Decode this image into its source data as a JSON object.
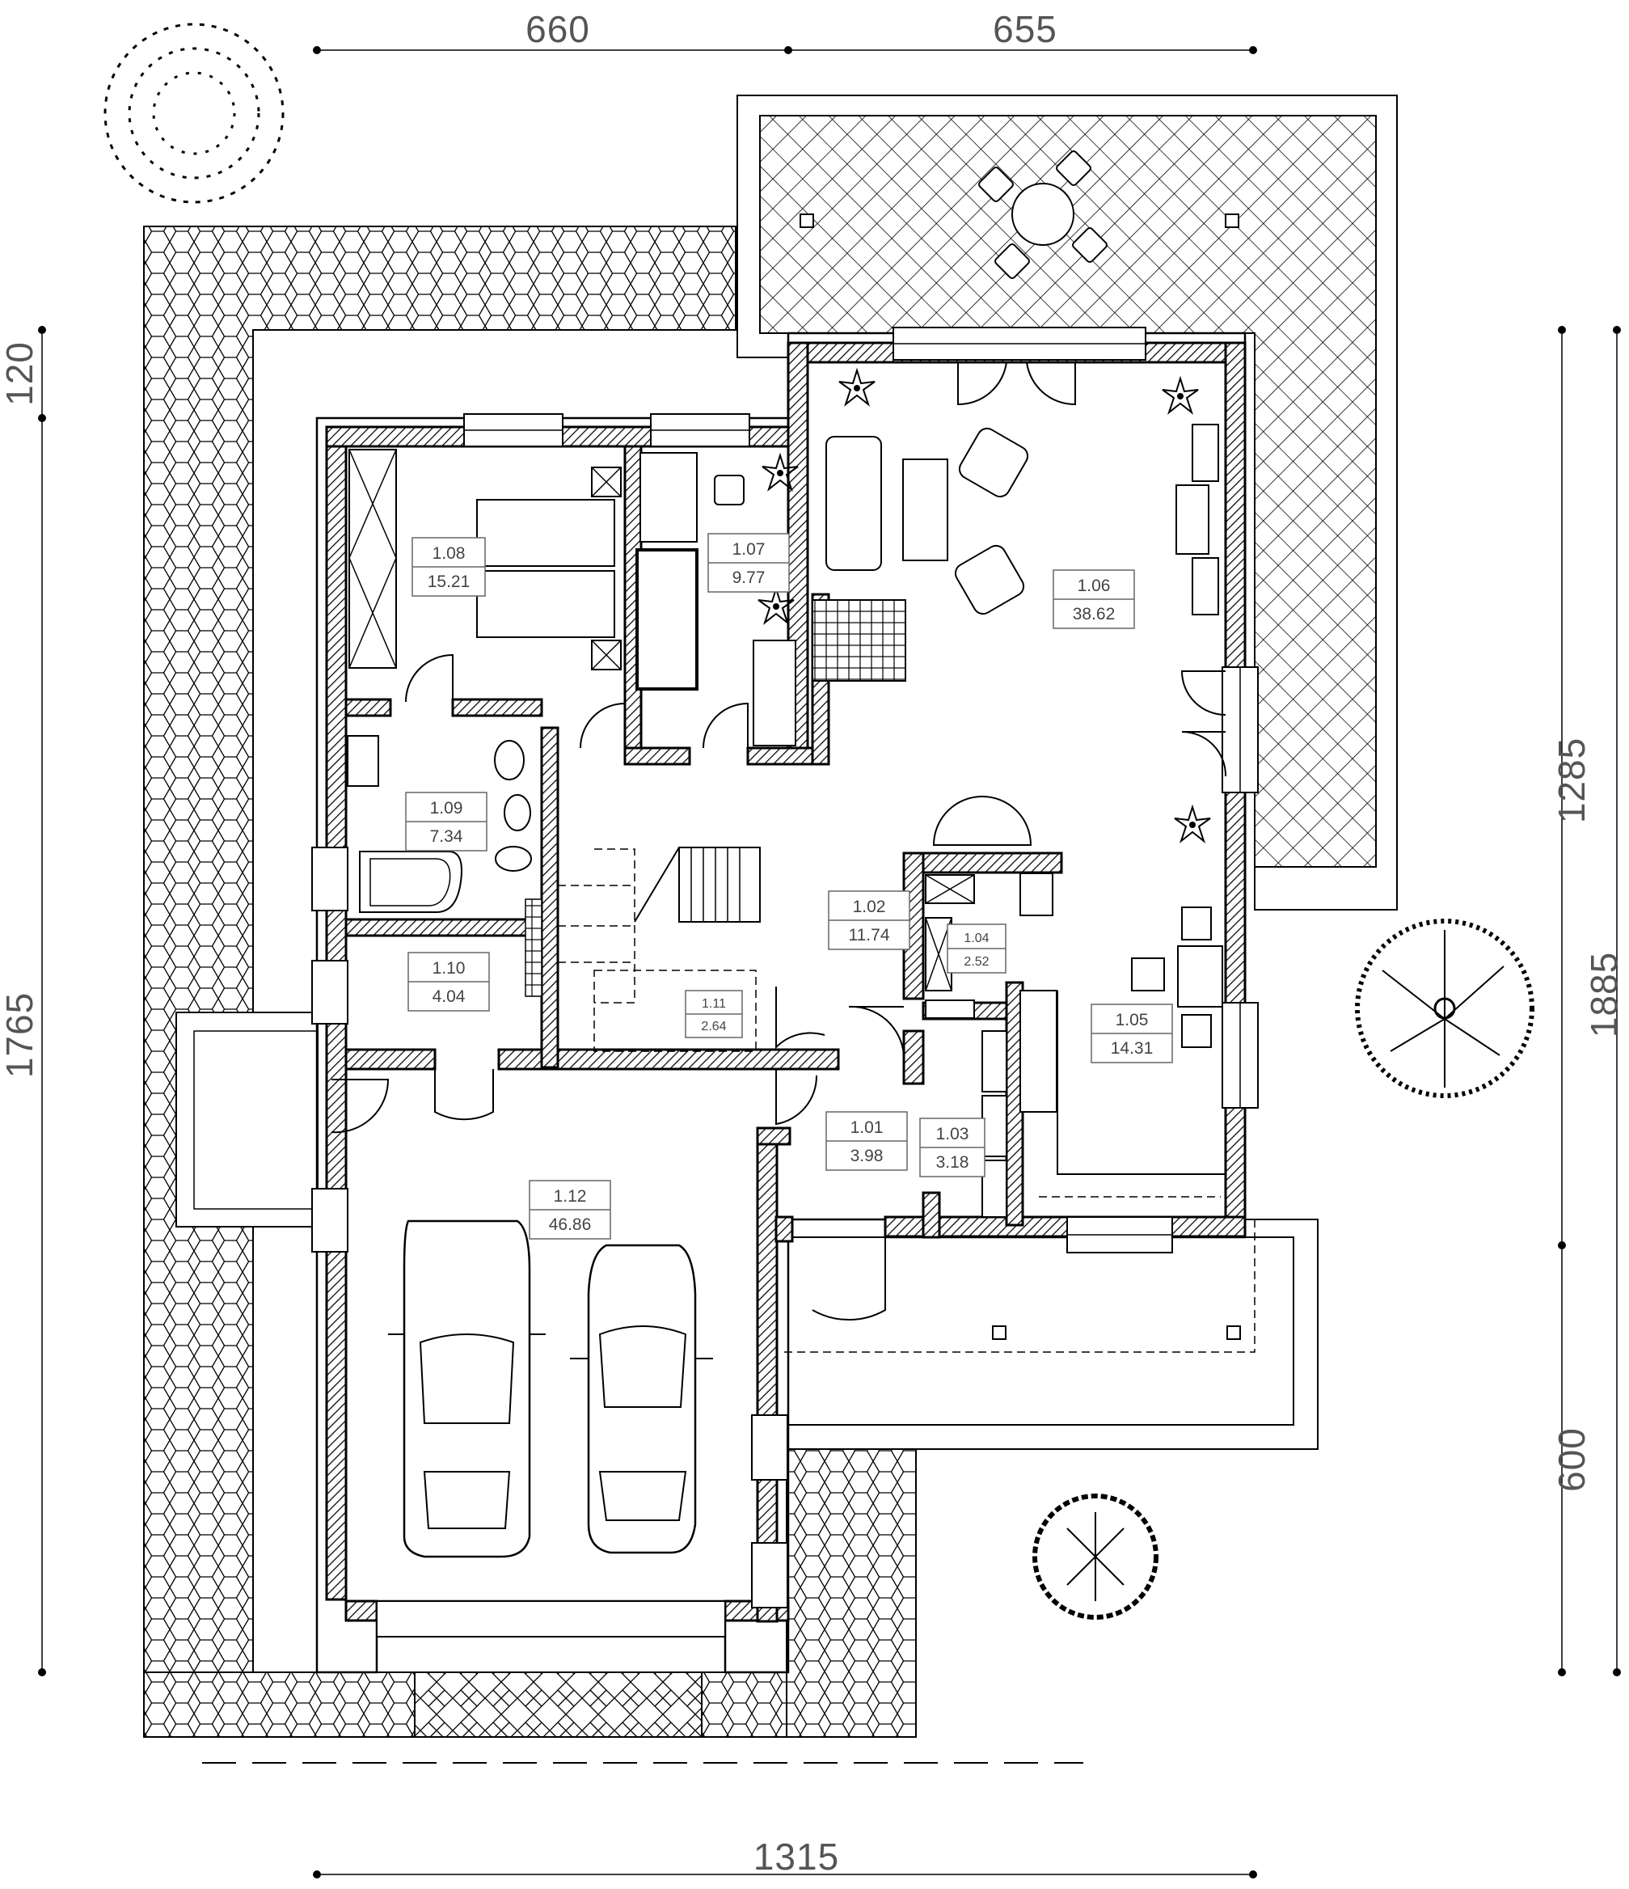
{
  "dimensions": {
    "top_left": "660",
    "top_right": "655",
    "bottom": "1315",
    "left_small": "120",
    "left_big": "1765",
    "right_upper": "1285",
    "right_full": "1885",
    "right_lower": "600"
  },
  "rooms": [
    {
      "id": "r108",
      "number": "1.08",
      "area": "15.21"
    },
    {
      "id": "r107",
      "number": "1.07",
      "area": "9.77"
    },
    {
      "id": "r106",
      "number": "1.06",
      "area": "38.62"
    },
    {
      "id": "r109",
      "number": "1.09",
      "area": "7.34"
    },
    {
      "id": "r102",
      "number": "1.02",
      "area": "11.74"
    },
    {
      "id": "r104",
      "number": "1.04",
      "area": "2.52"
    },
    {
      "id": "r110",
      "number": "1.10",
      "area": "4.04"
    },
    {
      "id": "r111",
      "number": "1.11",
      "area": "2.64"
    },
    {
      "id": "r105",
      "number": "1.05",
      "area": "14.31"
    },
    {
      "id": "r101",
      "number": "1.01",
      "area": "3.98"
    },
    {
      "id": "r103",
      "number": "1.03",
      "area": "3.18"
    },
    {
      "id": "r112",
      "number": "1.12",
      "area": "46.86"
    }
  ],
  "colors": {
    "line": "#000000",
    "text": "#444444",
    "background": "#ffffff"
  }
}
